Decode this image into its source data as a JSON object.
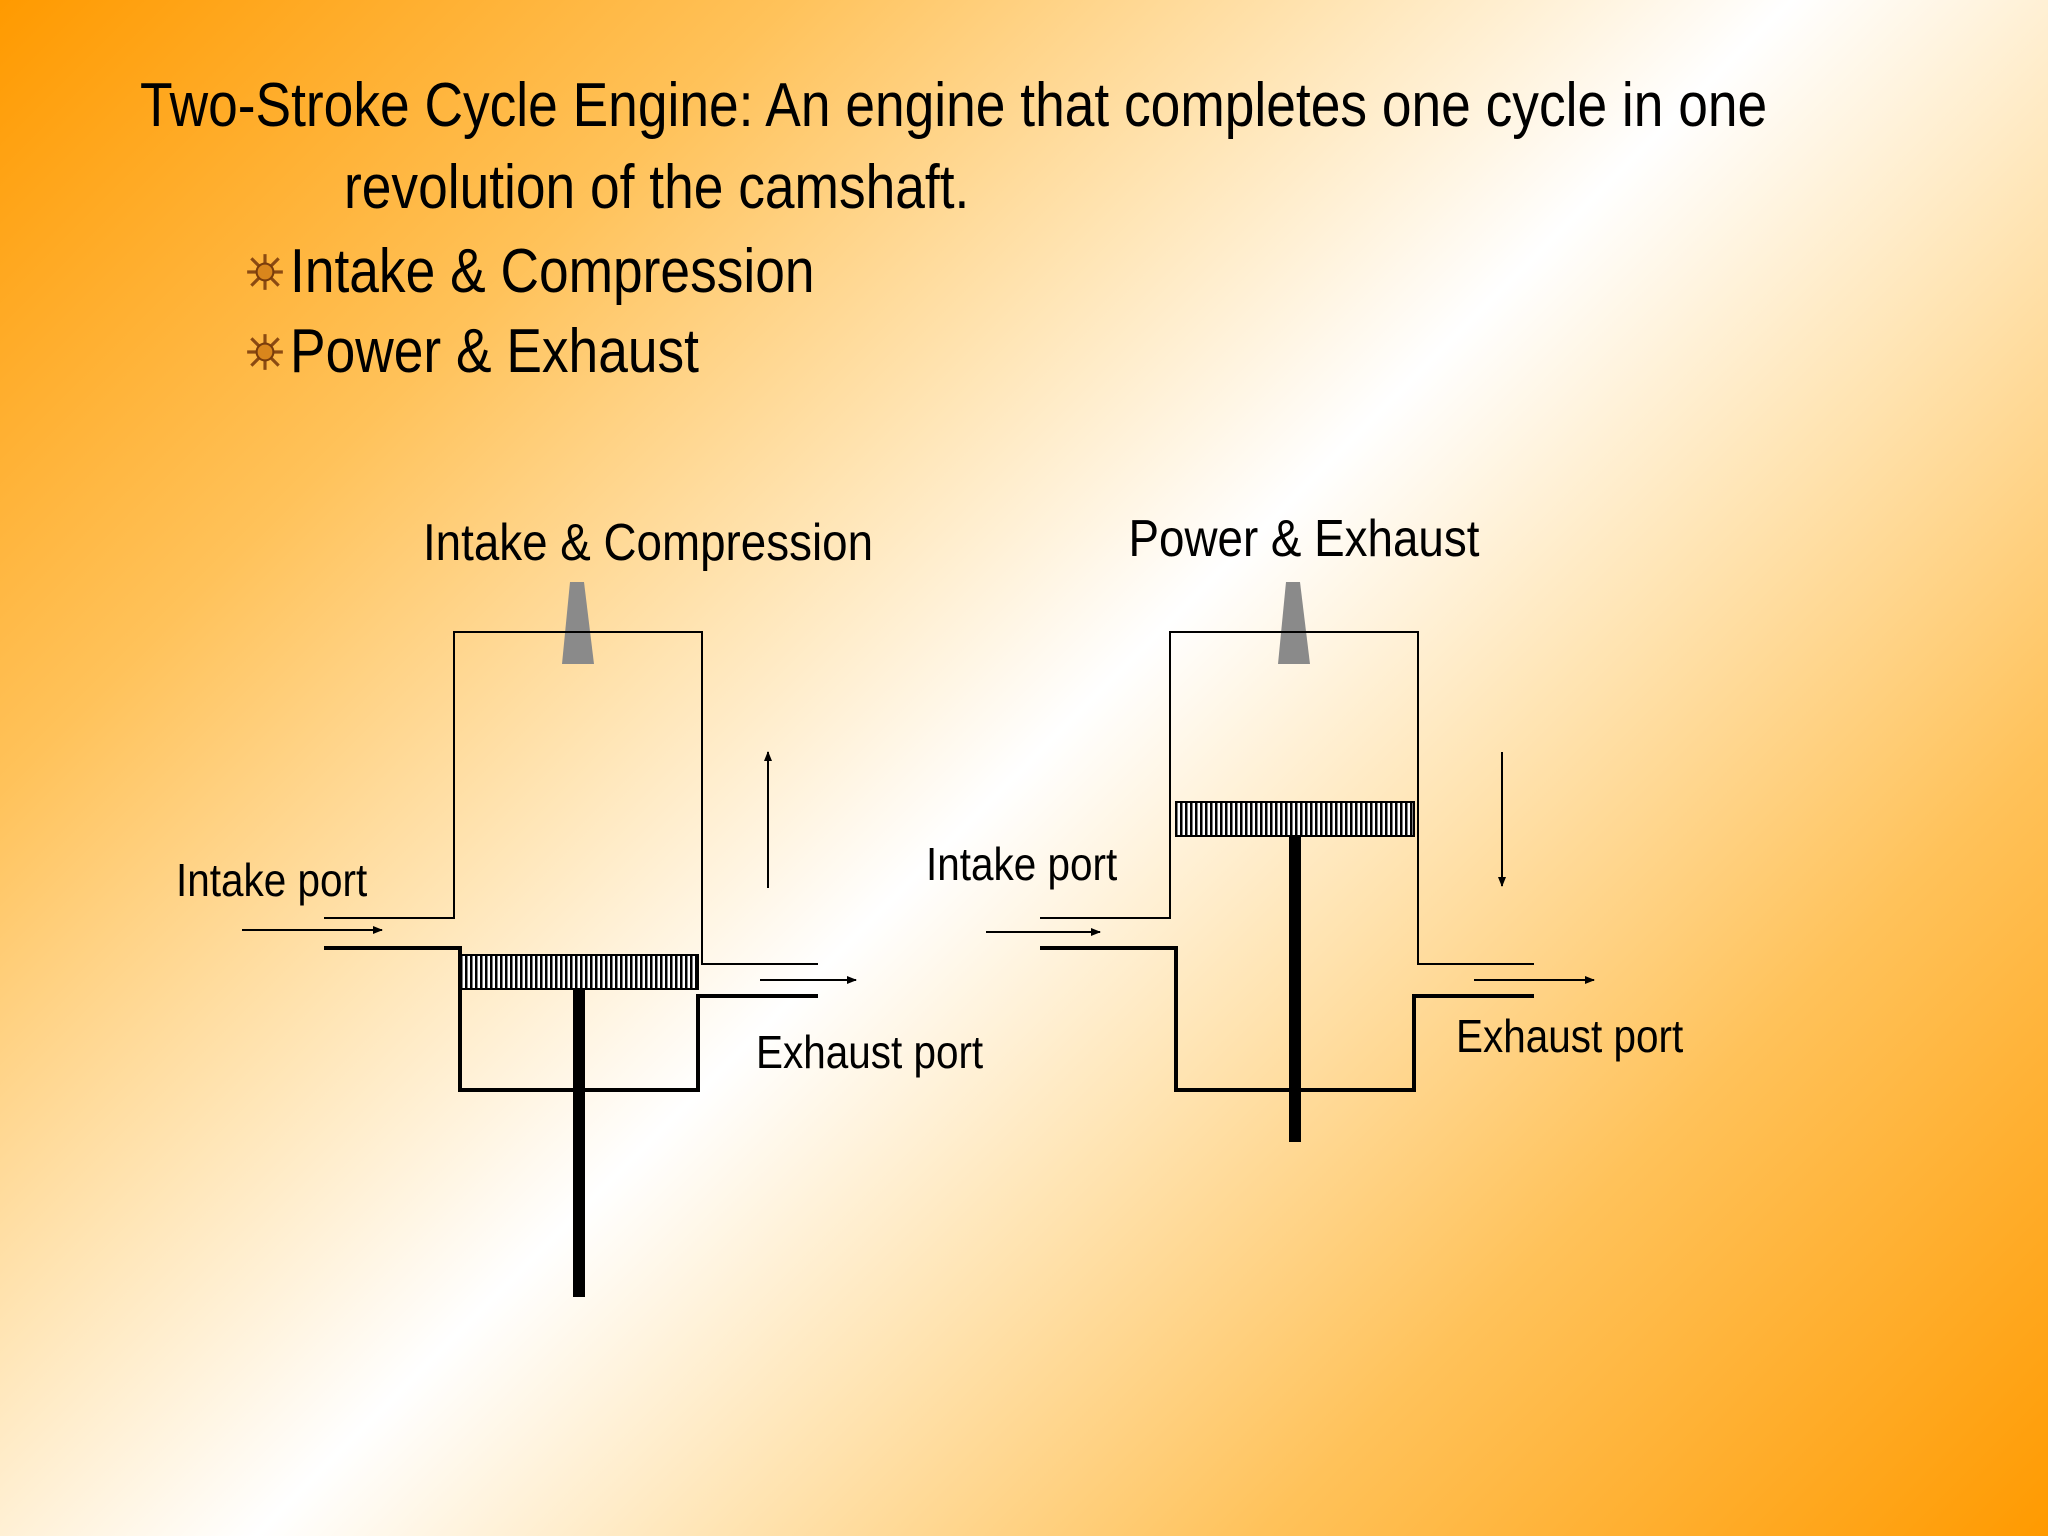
{
  "title": {
    "line1": "Two-Stroke Cycle Engine: An engine that completes one cycle in one",
    "line2": "revolution of the camshaft."
  },
  "bullets": [
    {
      "label": "Intake & Compression",
      "icon": "star-burst-icon"
    },
    {
      "label": "Power & Exhaust",
      "icon": "star-burst-icon"
    }
  ],
  "diagrams": [
    {
      "heading": "Intake & Compression",
      "intake_label": "Intake port",
      "exhaust_label": "Exhaust port",
      "piston_motion": "up"
    },
    {
      "heading": "Power & Exhaust",
      "intake_label": "Intake port",
      "exhaust_label": "Exhaust port",
      "piston_motion": "down"
    }
  ],
  "colors": {
    "gradient_orange": "#ff9a00",
    "gradient_white": "#ffffff",
    "spark_plug": "#8a8a8a",
    "piston_hatch": "#000000"
  }
}
